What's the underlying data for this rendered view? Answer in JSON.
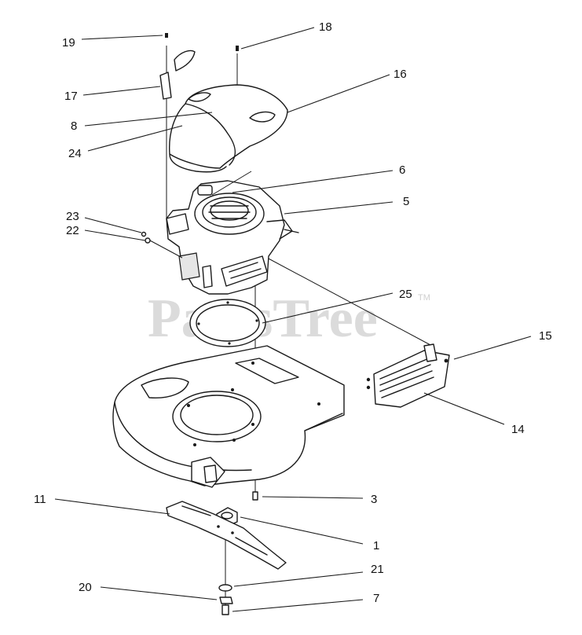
{
  "watermark": {
    "text": "PartsTree",
    "trademark": "TM"
  },
  "callouts": {
    "c1": "1",
    "c3": "3",
    "c5": "5",
    "c6": "6",
    "c7": "7",
    "c8": "8",
    "c11": "11",
    "c14": "14",
    "c15": "15",
    "c16": "16",
    "c17": "17",
    "c18": "18",
    "c19": "19",
    "c20": "20",
    "c21": "21",
    "c22": "22",
    "c23": "23",
    "c24": "24",
    "c25": "25"
  }
}
